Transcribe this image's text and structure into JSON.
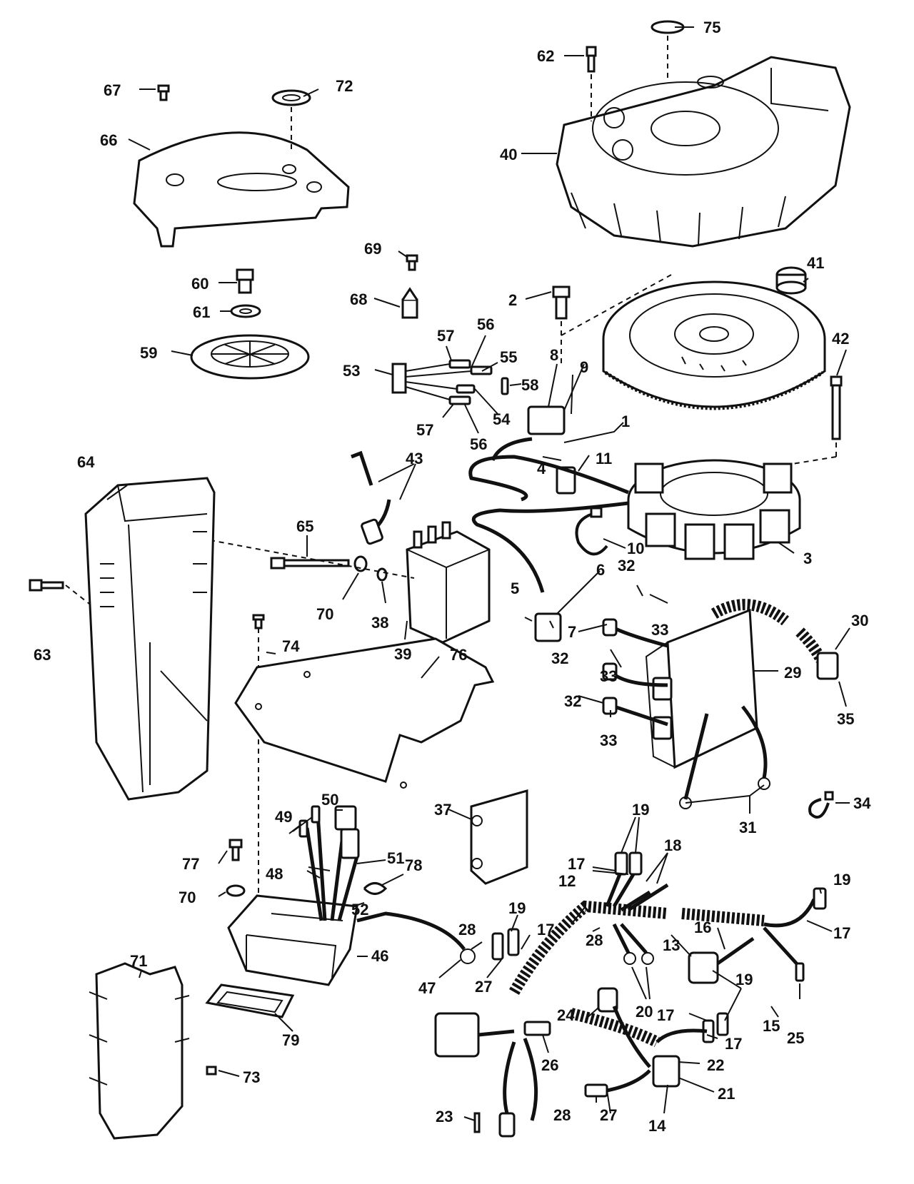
{
  "callouts": [
    {
      "id": "c1",
      "text": "1"
    },
    {
      "id": "c2",
      "text": "2"
    },
    {
      "id": "c3",
      "text": "3"
    },
    {
      "id": "c4",
      "text": "4"
    },
    {
      "id": "c5",
      "text": "5"
    },
    {
      "id": "c6",
      "text": "6"
    },
    {
      "id": "c7",
      "text": "7"
    },
    {
      "id": "c8",
      "text": "8"
    },
    {
      "id": "c9",
      "text": "9"
    },
    {
      "id": "c10",
      "text": "10"
    },
    {
      "id": "c11",
      "text": "11"
    },
    {
      "id": "c12",
      "text": "12"
    },
    {
      "id": "c13",
      "text": "13"
    },
    {
      "id": "c14",
      "text": "14"
    },
    {
      "id": "c15",
      "text": "15"
    },
    {
      "id": "c16",
      "text": "16"
    },
    {
      "id": "c17a",
      "text": "17"
    },
    {
      "id": "c17b",
      "text": "17"
    },
    {
      "id": "c17c",
      "text": "17"
    },
    {
      "id": "c17d",
      "text": "17"
    },
    {
      "id": "c17e",
      "text": "17"
    },
    {
      "id": "c18",
      "text": "18"
    },
    {
      "id": "c19a",
      "text": "19"
    },
    {
      "id": "c19b",
      "text": "19"
    },
    {
      "id": "c19c",
      "text": "19"
    },
    {
      "id": "c19d",
      "text": "19"
    },
    {
      "id": "c20",
      "text": "20"
    },
    {
      "id": "c21",
      "text": "21"
    },
    {
      "id": "c22",
      "text": "22"
    },
    {
      "id": "c23",
      "text": "23"
    },
    {
      "id": "c24",
      "text": "24"
    },
    {
      "id": "c25",
      "text": "25"
    },
    {
      "id": "c26",
      "text": "26"
    },
    {
      "id": "c27a",
      "text": "27"
    },
    {
      "id": "c27b",
      "text": "27"
    },
    {
      "id": "c28a",
      "text": "28"
    },
    {
      "id": "c28b",
      "text": "28"
    },
    {
      "id": "c28c",
      "text": "28"
    },
    {
      "id": "c29",
      "text": "29"
    },
    {
      "id": "c30",
      "text": "30"
    },
    {
      "id": "c31",
      "text": "31"
    },
    {
      "id": "c32a",
      "text": "32"
    },
    {
      "id": "c32b",
      "text": "32"
    },
    {
      "id": "c32c",
      "text": "32"
    },
    {
      "id": "c33a",
      "text": "33"
    },
    {
      "id": "c33b",
      "text": "33"
    },
    {
      "id": "c33c",
      "text": "33"
    },
    {
      "id": "c34",
      "text": "34"
    },
    {
      "id": "c35",
      "text": "35"
    },
    {
      "id": "c37",
      "text": "37"
    },
    {
      "id": "c38",
      "text": "38"
    },
    {
      "id": "c39",
      "text": "39"
    },
    {
      "id": "c40",
      "text": "40"
    },
    {
      "id": "c41",
      "text": "41"
    },
    {
      "id": "c42",
      "text": "42"
    },
    {
      "id": "c43",
      "text": "43"
    },
    {
      "id": "c46",
      "text": "46"
    },
    {
      "id": "c47",
      "text": "47"
    },
    {
      "id": "c48",
      "text": "48"
    },
    {
      "id": "c49",
      "text": "49"
    },
    {
      "id": "c50",
      "text": "50"
    },
    {
      "id": "c51",
      "text": "51"
    },
    {
      "id": "c52",
      "text": "52"
    },
    {
      "id": "c53",
      "text": "53"
    },
    {
      "id": "c54",
      "text": "54"
    },
    {
      "id": "c55",
      "text": "55"
    },
    {
      "id": "c56a",
      "text": "56"
    },
    {
      "id": "c56b",
      "text": "56"
    },
    {
      "id": "c57a",
      "text": "57"
    },
    {
      "id": "c57b",
      "text": "57"
    },
    {
      "id": "c58",
      "text": "58"
    },
    {
      "id": "c59",
      "text": "59"
    },
    {
      "id": "c60",
      "text": "60"
    },
    {
      "id": "c61",
      "text": "61"
    },
    {
      "id": "c62",
      "text": "62"
    },
    {
      "id": "c63",
      "text": "63"
    },
    {
      "id": "c64",
      "text": "64"
    },
    {
      "id": "c65",
      "text": "65"
    },
    {
      "id": "c66",
      "text": "66"
    },
    {
      "id": "c67",
      "text": "67"
    },
    {
      "id": "c68",
      "text": "68"
    },
    {
      "id": "c69",
      "text": "69"
    },
    {
      "id": "c70a",
      "text": "70"
    },
    {
      "id": "c70b",
      "text": "70"
    },
    {
      "id": "c71",
      "text": "71"
    },
    {
      "id": "c72",
      "text": "72"
    },
    {
      "id": "c73",
      "text": "73"
    },
    {
      "id": "c74",
      "text": "74"
    },
    {
      "id": "c75",
      "text": "75"
    },
    {
      "id": "c76",
      "text": "76"
    },
    {
      "id": "c77",
      "text": "77"
    },
    {
      "id": "c78",
      "text": "78"
    },
    {
      "id": "c79",
      "text": "79"
    }
  ]
}
